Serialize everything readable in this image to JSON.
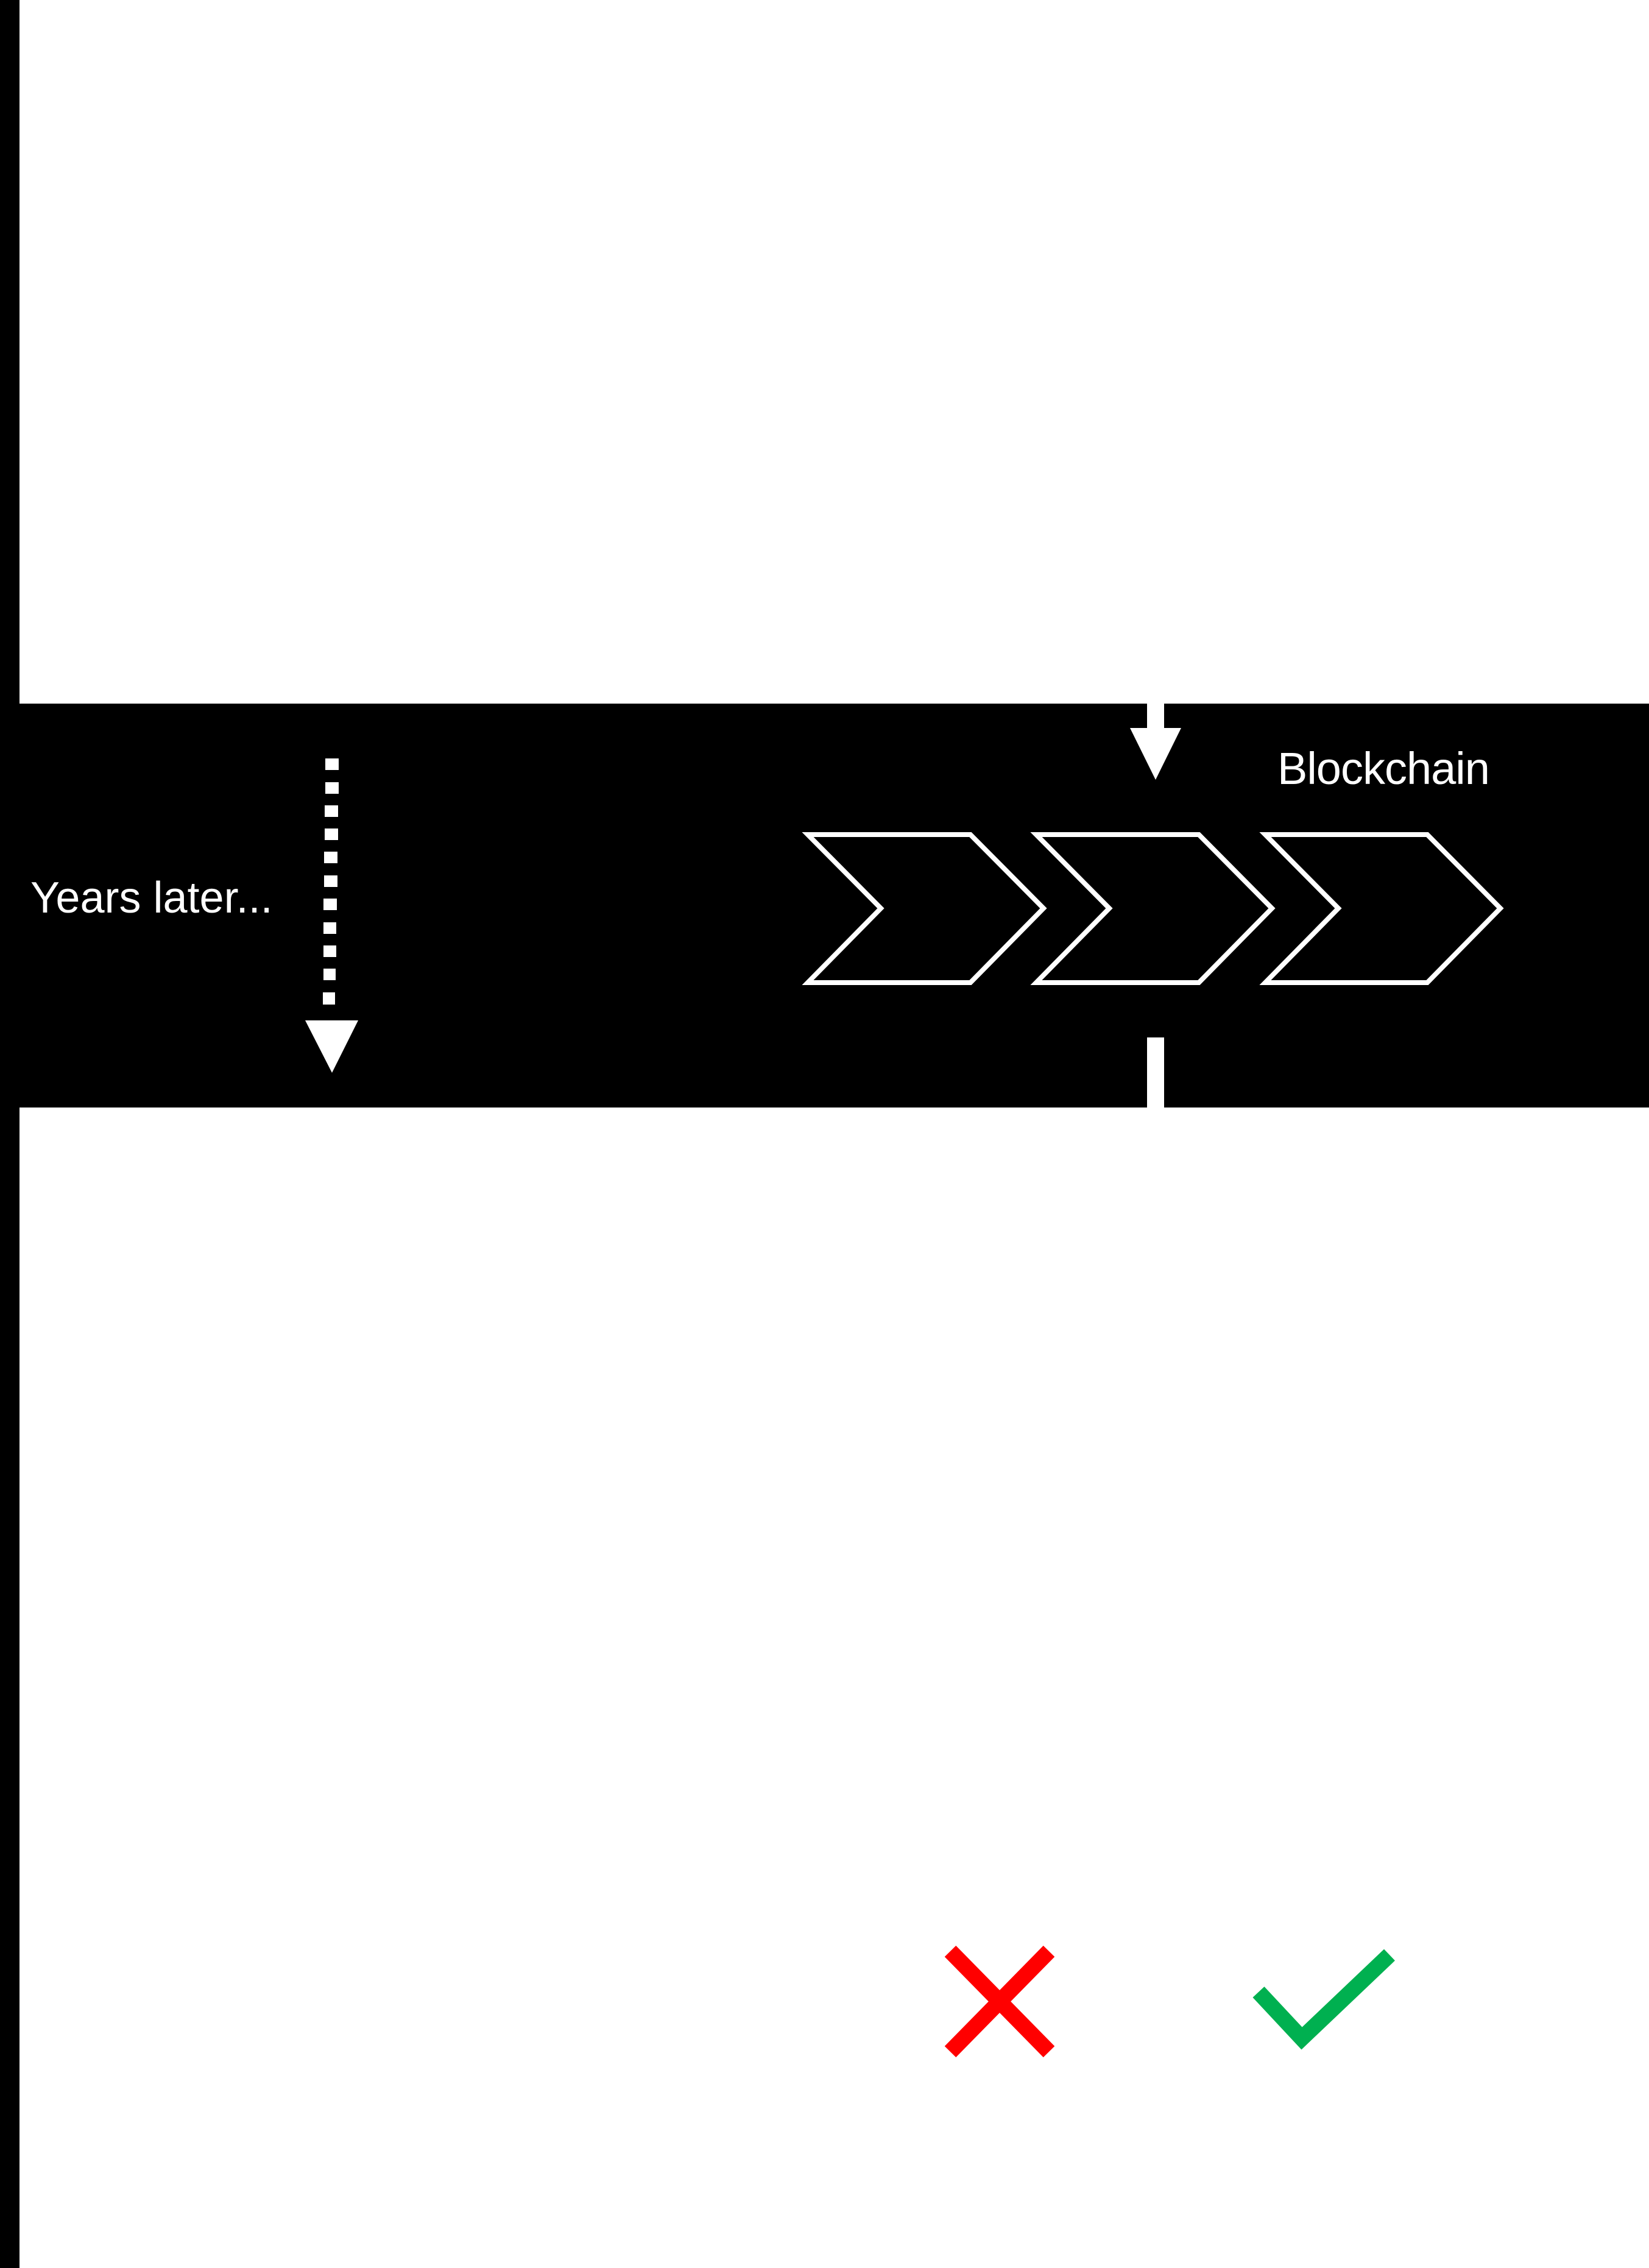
{
  "diagram": {
    "timeline_band": {
      "years_label": "Years later...",
      "blockchain_label": "Blockchain",
      "chain_blocks": [
        {
          "id": "block-1"
        },
        {
          "id": "block-2"
        },
        {
          "id": "block-3"
        }
      ],
      "incoming_arrow_target": "block-2",
      "colors": {
        "band": "#000000",
        "foreground": "#ffffff"
      }
    },
    "verdicts": [
      {
        "symbol": "cross",
        "meaning": "wrong",
        "color": "#ff0000"
      },
      {
        "symbol": "check",
        "meaning": "correct",
        "color": "#00b050"
      }
    ],
    "colors": {
      "background": "#ffffff",
      "rail": "#000000"
    }
  }
}
